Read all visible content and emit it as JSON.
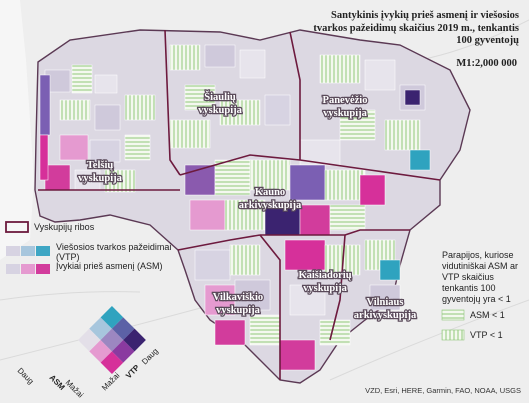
{
  "title": "Santykinis įvykių prieš asmenį ir viešosios tvarkos pažeidimų skaičius 2019 m., tenkantis 100 gyventojų",
  "scale": "M1:2,000 000",
  "dioceses": {
    "siauliu": "Šiaulių vyskupija",
    "panevezio": "Panevėžio vyskupija",
    "telsiu": "Telšių vyskupija",
    "kauno": "Kauno arkivyskupija",
    "vilkaviskio": "Vilkaviškio vyskupija",
    "kaisiadoriu": "Kaišiadorių vyskupija",
    "vilniaus": "Vilniaus arkivyskupija"
  },
  "legend": {
    "boundary": "Vyskupijų ribos",
    "vtp": "Viešosios tvarkos pažeidimai (VTP)",
    "asm": "Įvykiai prieš asmenį (ASM)",
    "diamond_asm": "ASM",
    "diamond_vtp": "VTP",
    "diamond_daug_left": "Daug",
    "diamond_daug_right": "Daug",
    "diamond_mazai_left": "Mažai",
    "diamond_mazai_right": "Mažai",
    "vtp_colors": [
      "#d7d3e2",
      "#a7c6dd",
      "#3ea6c4"
    ],
    "asm_colors": [
      "#d7d3e2",
      "#e59ad0",
      "#d23c9c"
    ],
    "bivariate_colors": {
      "low_low": "#e3dfe8",
      "high_asm": "#d6309a",
      "high_vtp": "#2fa3bf",
      "high_both": "#3b2370",
      "mid_mix": "#8a5aae"
    }
  },
  "note": {
    "text": "Parapijos, kuriose vidutiniškai ASM ar VTP skaičius tenkantis 100 gyventojų yra < 1",
    "asm_lt1": "ASM < 1",
    "vtp_lt1": "VTP < 1"
  },
  "attribution": "VZD, Esri, HERE, Garmin, FAO, NOAA, USGS",
  "colors": {
    "background_land": "#ededed",
    "diocese_boundary": "#6d1a3e",
    "hatch_green": "#8fc77a"
  }
}
